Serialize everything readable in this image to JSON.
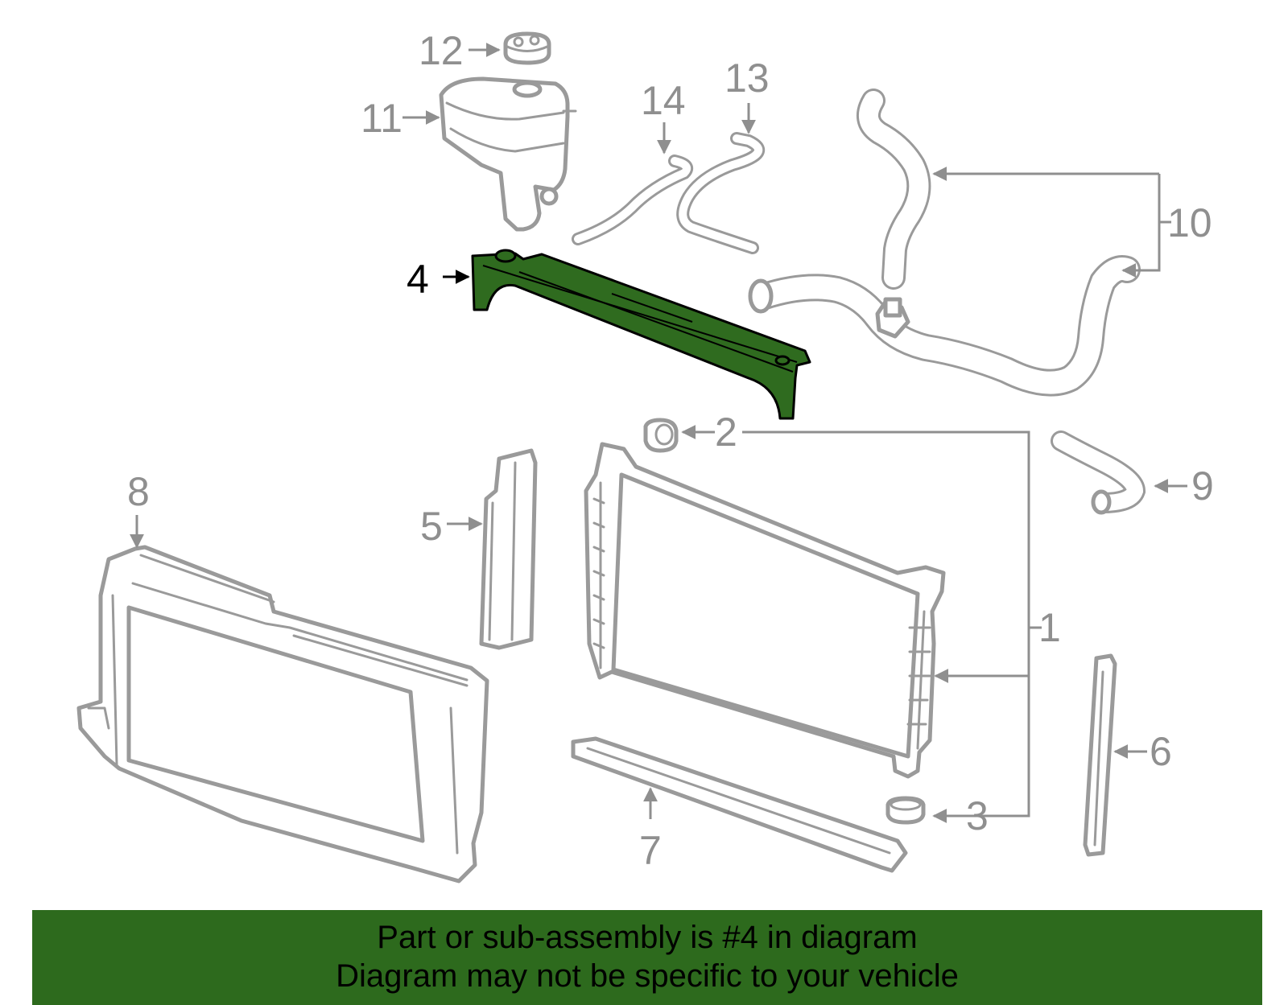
{
  "diagram": {
    "callouts": {
      "c1": "1",
      "c2": "2",
      "c3": "3",
      "c4": "4",
      "c5": "5",
      "c6": "6",
      "c7": "7",
      "c8": "8",
      "c9": "9",
      "c10": "10",
      "c11": "11",
      "c12": "12",
      "c13": "13",
      "c14": "14"
    },
    "highlighted_part": "4",
    "colors": {
      "highlight": "#2f6b1f",
      "line_art": "#9a9a9a",
      "banner": "#2d6a1d"
    }
  },
  "banner": {
    "line1": "Part or sub-assembly is #4 in diagram",
    "line2": "Diagram may not be specific to your vehicle"
  }
}
